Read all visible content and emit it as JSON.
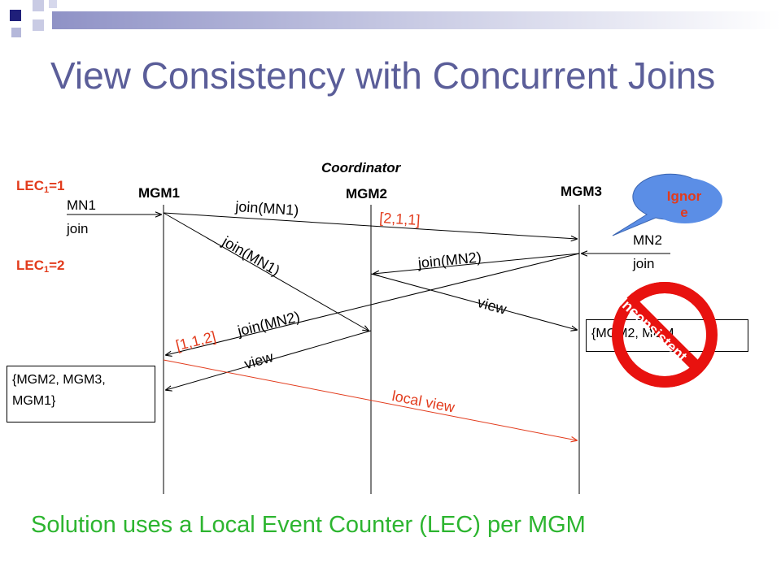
{
  "slide": {
    "title": "View Consistency with Concurrent Joins",
    "footer": "Solution uses a Local Event Counter (LEC) per MGM"
  },
  "nodes": {
    "mgm1": "MGM1",
    "coordinator": "Coordinator",
    "mgm2": "MGM2",
    "mgm3": "MGM3"
  },
  "labels": {
    "lec1_top_prefix": "LEC",
    "lec1_top_sub": "1",
    "lec1_top_suffix": "=1",
    "lec1_bottom_prefix": "LEC",
    "lec1_bottom_sub": "1",
    "lec1_bottom_suffix": "=2",
    "mn1": "MN1",
    "mn1_join": "join",
    "mn2": "MN2",
    "mn2_join": "join",
    "join_mn1_top": "join(MN1)",
    "join_mn1_diag": "join(MN1)",
    "join_mn2_upper": "join(MN2)",
    "join_mn2_lower": "join(MN2)",
    "vector_212": "[2,1,1]",
    "vector_112": "[1,1,2]",
    "view_right": "view",
    "view_left": "view",
    "local_view": "local view"
  },
  "boxes": {
    "left_view_line1": "{MGM2, MGM3,",
    "left_view_line2": "MGM1}",
    "right_view": "{MGM2, MGM"
  },
  "callout": {
    "text_line1": "Ignor",
    "text_line2": "e",
    "fill": "#5b8ee6",
    "text_color": "#e23b1c"
  },
  "stamp": {
    "text": "Inconsistent",
    "color": "#e8120f"
  },
  "colors": {
    "title": "#5b5e99",
    "accent_red": "#e23b1c",
    "footer_green": "#2db530"
  }
}
